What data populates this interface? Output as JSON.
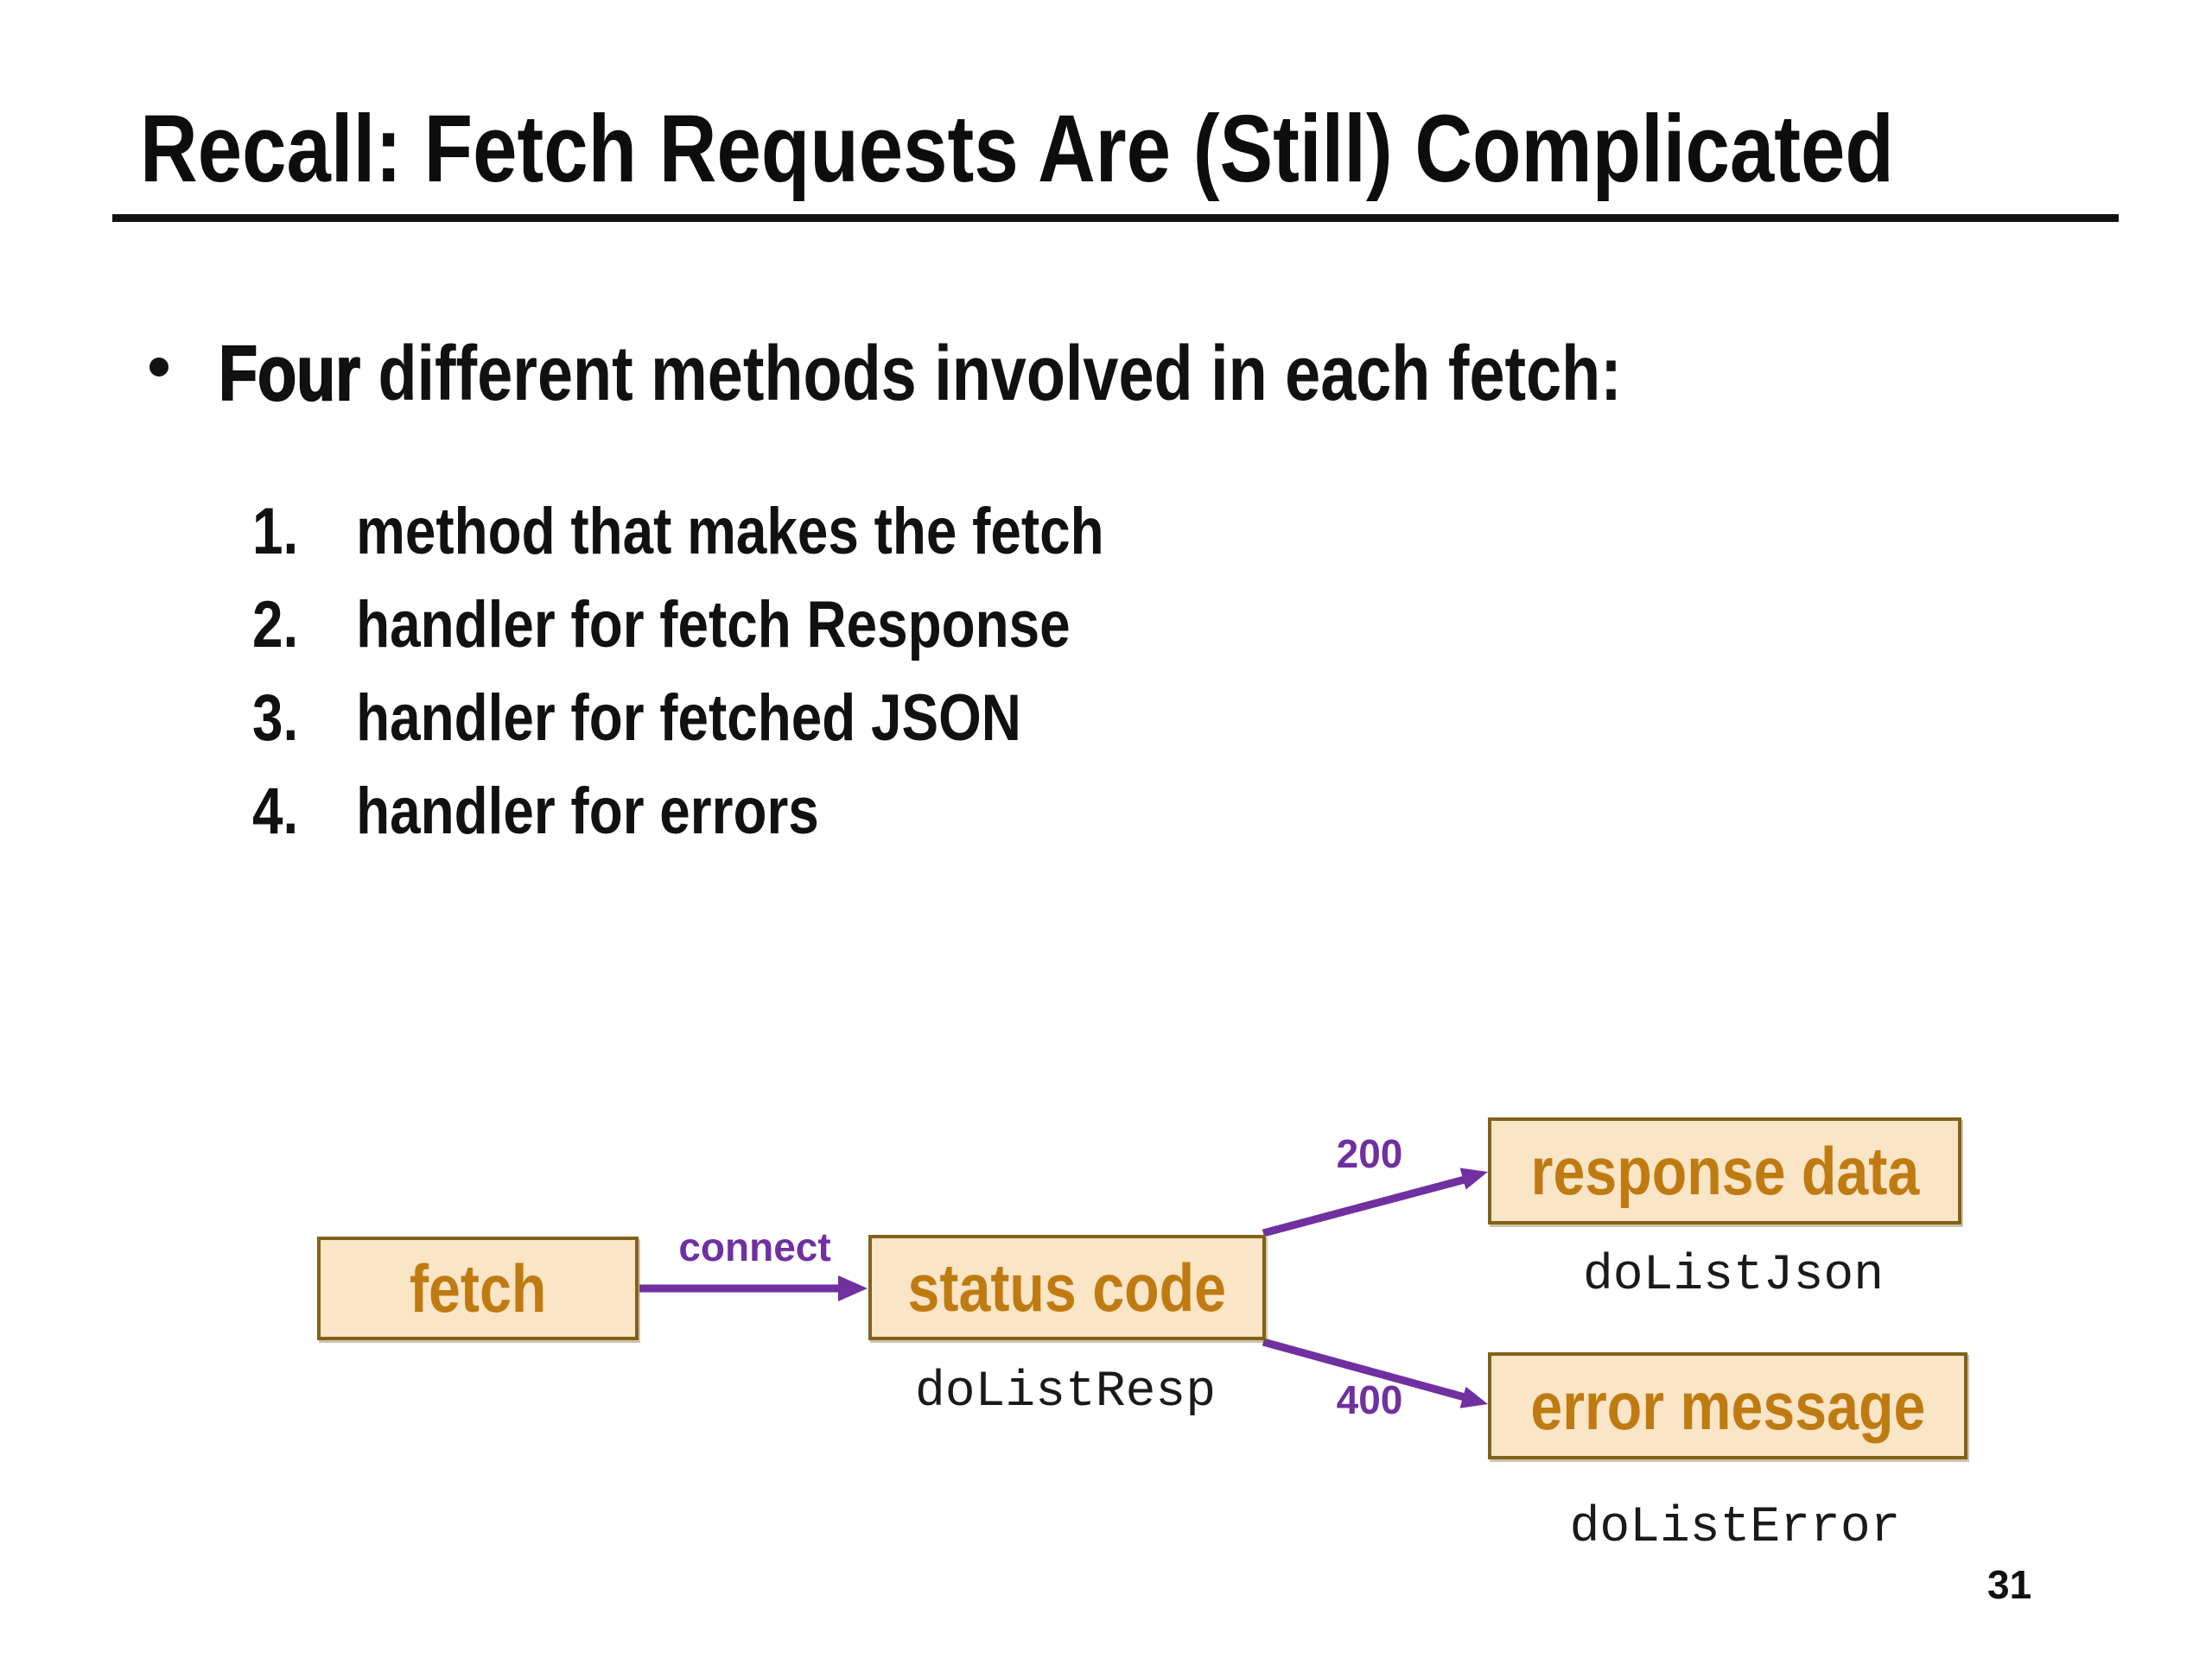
{
  "slide": {
    "title": "Recall: Fetch Requests Are (Still) Complicated",
    "page_number": "31",
    "bullet": {
      "lead": "Four",
      "rest": " different methods involved in each fetch:"
    },
    "list": [
      {
        "number": "1.",
        "text": "method that makes the fetch"
      },
      {
        "number": "2.",
        "text": "handler for fetch Response"
      },
      {
        "number": "3.",
        "text": "handler for fetched JSON"
      },
      {
        "number": "4.",
        "text": "handler for errors"
      }
    ]
  },
  "diagram": {
    "nodes": [
      {
        "id": "fetch",
        "label": "fetch",
        "handler": ""
      },
      {
        "id": "status",
        "label": "status code",
        "handler": "doListResp"
      },
      {
        "id": "response",
        "label": "response data",
        "handler": "doListJson"
      },
      {
        "id": "error",
        "label": "error message",
        "handler": "doListError"
      }
    ],
    "edges": [
      {
        "from": "fetch",
        "to": "status",
        "label": "connect"
      },
      {
        "from": "status",
        "to": "response",
        "label": "200"
      },
      {
        "from": "status",
        "to": "error",
        "label": "400"
      }
    ],
    "colors": {
      "box_fill": "#FAE5C6",
      "box_border": "#82621A",
      "box_text": "#BF7B11",
      "arrow": "#7030A0",
      "handler_text": "#1A1A1A",
      "title_text": "#0D0D0D"
    }
  }
}
